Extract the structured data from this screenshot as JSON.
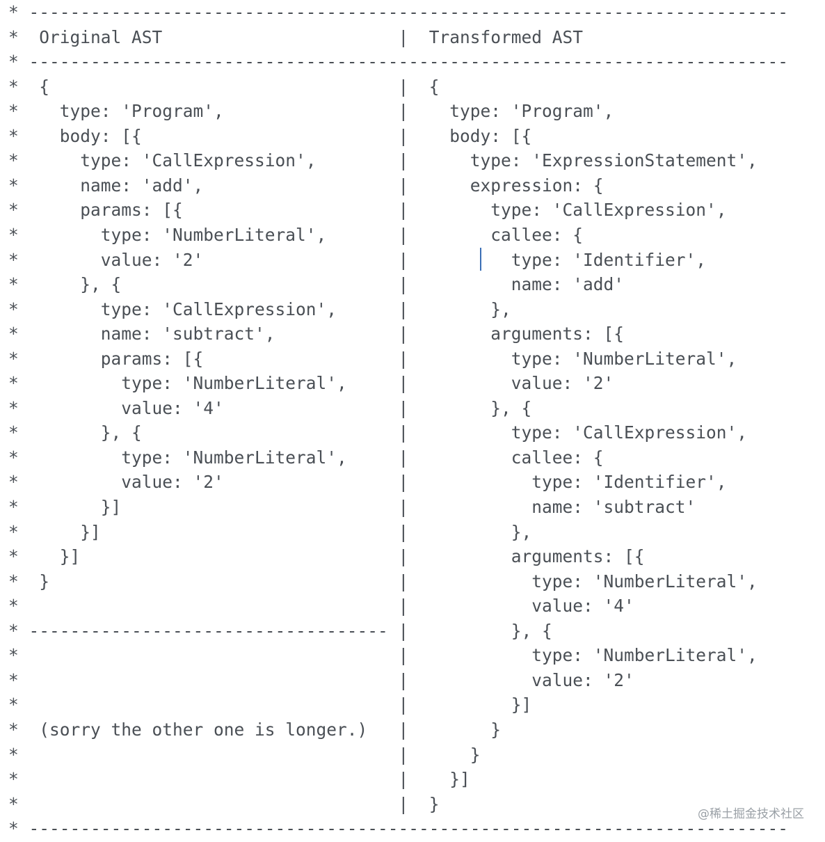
{
  "lines": [
    "* --------------------------------------------------------------------------",
    "*  Original AST                       |  Transformed AST",
    "* --------------------------------------------------------------------------",
    "*  {                                  |  {",
    "*    type: 'Program',                 |    type: 'Program',",
    "*    body: [{                         |    body: [{",
    "*      type: 'CallExpression',        |      type: 'ExpressionStatement',",
    "*      name: 'add',                   |      expression: {",
    "*      params: [{                     |        type: 'CallExpression',",
    "*        type: 'NumberLiteral',       |        callee: {",
    "*        value: '2'                   |          type: 'Identifier',",
    "*      }, {                           |          name: 'add'",
    "*        type: 'CallExpression',      |        },",
    "*        name: 'subtract',            |        arguments: [{",
    "*        params: [{                   |          type: 'NumberLiteral',",
    "*          type: 'NumberLiteral',     |          value: '2'",
    "*          value: '4'                 |        }, {",
    "*        }, {                         |          type: 'CallExpression',",
    "*          type: 'NumberLiteral',     |          callee: {",
    "*          value: '2'                 |            type: 'Identifier',",
    "*        }]                           |            name: 'subtract'",
    "*      }]                             |          },",
    "*    }]                               |          arguments: [{",
    "*  }                                  |            type: 'NumberLiteral',",
    "*                                     |            value: '4'",
    "* ----------------------------------- |          }, {",
    "*                                     |            type: 'NumberLiteral',",
    "*                                     |            value: '2'",
    "*                                     |          }]",
    "*  (sorry the other one is longer.)   |        }",
    "*                                     |      }",
    "*                                     |    }]",
    "*                                     |  }",
    "* --------------------------------------------------------------------------"
  ],
  "watermark": "@稀土掘金技术社区"
}
